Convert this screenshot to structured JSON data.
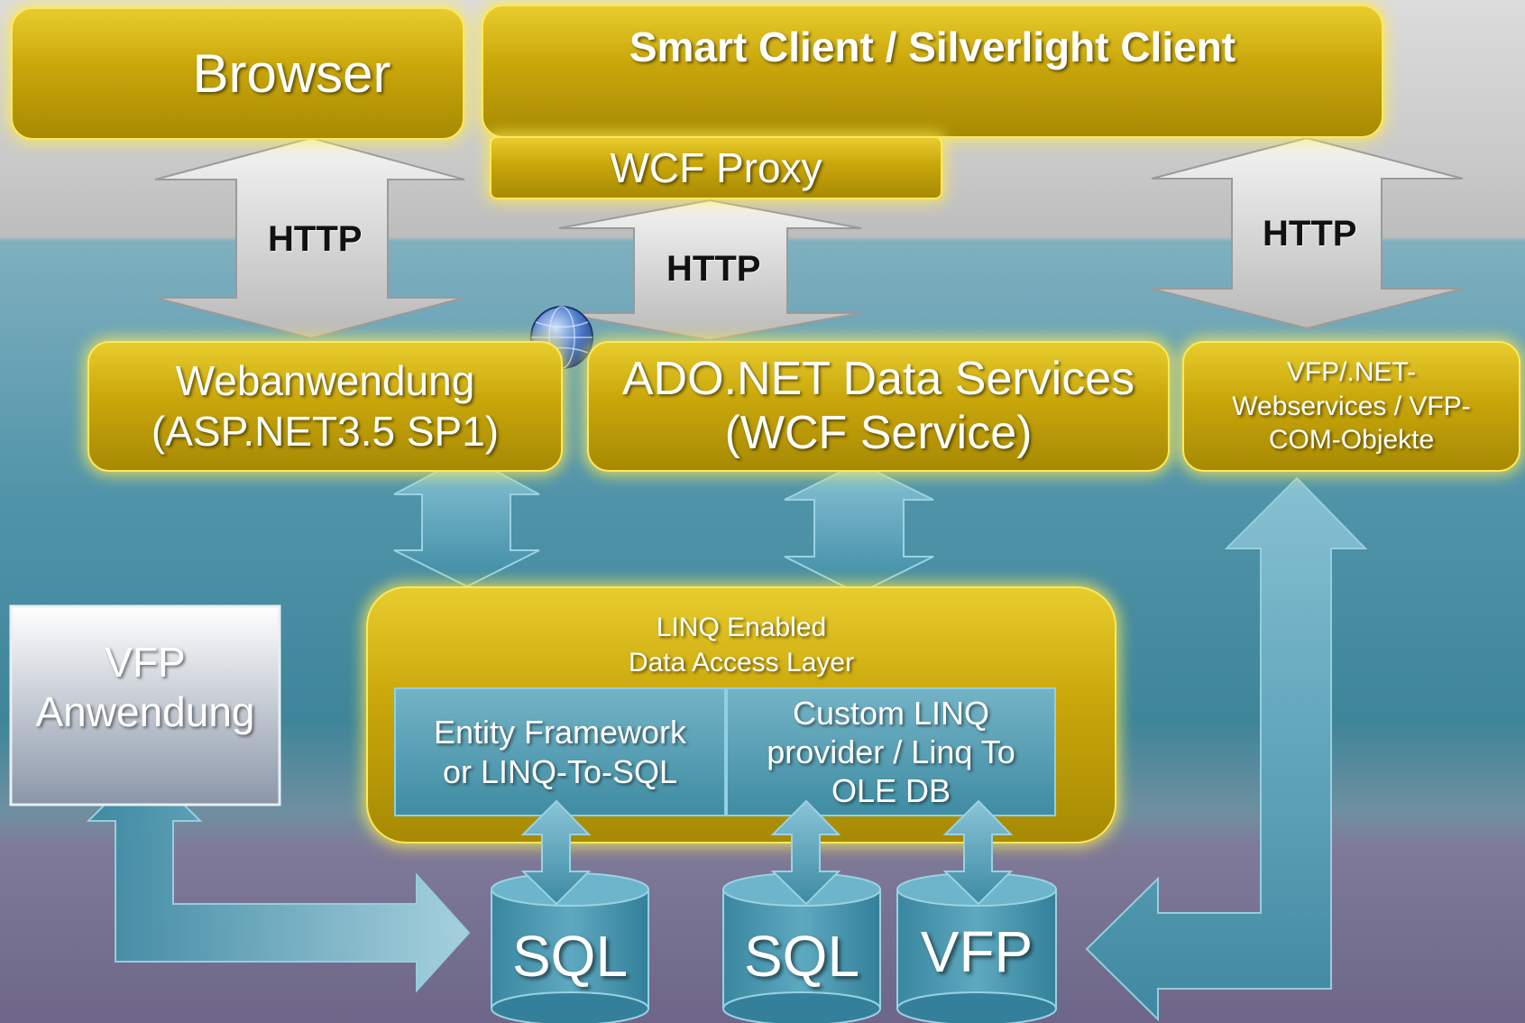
{
  "browser": {
    "label": "Browser"
  },
  "smart_client": {
    "label": "Smart Client / Silverlight Client"
  },
  "wcf_proxy": {
    "label": "WCF Proxy"
  },
  "http_labels": [
    "HTTP",
    "HTTP",
    "HTTP"
  ],
  "webanwendung": {
    "line1": "Webanwendung",
    "line2": "(ASP.NET3.5 SP1)"
  },
  "ado_net": {
    "line1": "ADO.NET Data Services",
    "line2": "(WCF Service)"
  },
  "vfp_webservices": {
    "line1": "VFP/.NET-",
    "line2": "Webservices / VFP-",
    "line3": "COM-Objekte"
  },
  "vfp_app": {
    "line1": "VFP",
    "line2": "Anwendung"
  },
  "dal": {
    "title_line1": "LINQ Enabled",
    "title_line2": "Data Access Layer",
    "entity": {
      "line1": "Entity Framework",
      "line2": "or LINQ-To-SQL"
    },
    "custom": {
      "line1": "Custom LINQ",
      "line2": "provider / Linq To",
      "line3": "OLE DB"
    }
  },
  "databases": [
    "SQL",
    "SQL",
    "VFP"
  ]
}
